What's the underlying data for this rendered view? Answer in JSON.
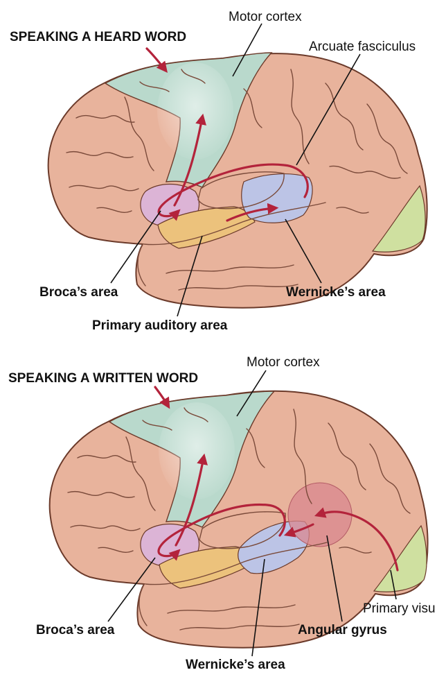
{
  "panels": [
    {
      "title": "SPEAKING A HEARD WORD",
      "labels": {
        "motor_cortex": "Motor cortex",
        "arcuate_fasciculus": "Arcuate fasciculus",
        "brocas_area": "Broca’s area",
        "wernickes_area": "Wernicke’s area",
        "primary_auditory_area": "Primary auditory area"
      }
    },
    {
      "title": "SPEAKING A WRITTEN WORD",
      "labels": {
        "motor_cortex": "Motor cortex",
        "brocas_area": "Broca’s area",
        "angular_gyrus": "Angular gyrus",
        "wernickes_area": "Wernicke’s area",
        "primary_visual": "Primary visu"
      }
    }
  ],
  "colors": {
    "brain_tissue": "#e8b39c",
    "brain_outline": "#6b3a2a",
    "motor_cortex": "#b9d9cc",
    "brocas_area": "#dcb4d6",
    "wernickes_area": "#bcc4e6",
    "auditory_area": "#ecc27c",
    "visual_area": "#cfe0a0",
    "angular_gyrus": "#d9878f",
    "pathway_arrow": "#b3233b"
  }
}
